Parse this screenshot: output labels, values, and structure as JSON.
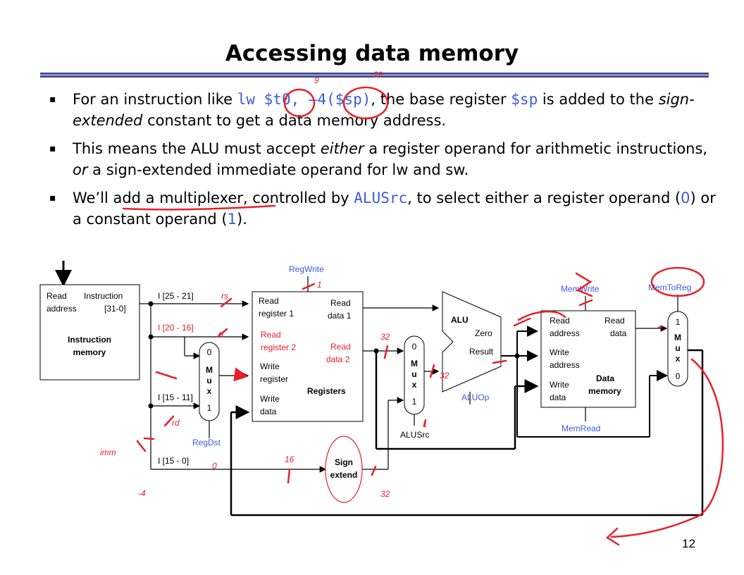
{
  "title": "Accessing data memory",
  "bullets": [
    {
      "parts": [
        {
          "text": "For an instruction like ",
          "style": "plain"
        },
        {
          "text": "lw $t0, –4($sp)",
          "style": "code"
        },
        {
          "text": ", the base register ",
          "style": "plain"
        },
        {
          "text": "$sp",
          "style": "code"
        },
        {
          "text": " is added to the ",
          "style": "plain"
        },
        {
          "text": "sign-extended",
          "style": "em"
        },
        {
          "text": " constant to get a data memory address.",
          "style": "plain"
        }
      ]
    },
    {
      "parts": [
        {
          "text": "This means the ALU must accept ",
          "style": "plain"
        },
        {
          "text": "either",
          "style": "em"
        },
        {
          "text": " a register operand for arithmetic instructions, ",
          "style": "plain"
        },
        {
          "text": "or",
          "style": "em"
        },
        {
          "text": " a sign-extended immediate operand for lw and sw.",
          "style": "plain"
        }
      ]
    },
    {
      "parts": [
        {
          "text": "We’ll add a multiplexer, controlled by ",
          "style": "plain"
        },
        {
          "text": "ALUSrc",
          "style": "code"
        },
        {
          "text": ", to select either a register operand (",
          "style": "plain"
        },
        {
          "text": "0",
          "style": "blue"
        },
        {
          "text": ") or a constant operand (",
          "style": "plain"
        },
        {
          "text": "1",
          "style": "blue"
        },
        {
          "text": ").",
          "style": "plain"
        }
      ]
    }
  ],
  "diagram": {
    "instruction_memory": {
      "read_address": "Read address",
      "instruction": "Instruction [31-0]",
      "name": "Instruction memory",
      "read_label": "Read",
      "address_label": "address",
      "instr_label": "Instruction",
      "bits_label": "[31-0]",
      "name_line1": "Instruction",
      "name_line2": "memory"
    },
    "fields": {
      "rs": "I [25 - 21]",
      "rt": "I [20 - 16]",
      "rd": "I [15 - 11]",
      "imm": "I [15 - 0]"
    },
    "registers": {
      "read_register_1": [
        "Read",
        "register 1"
      ],
      "read_register_2": [
        "Read",
        "register 2"
      ],
      "write_register": [
        "Write",
        "register"
      ],
      "write_data": [
        "Write",
        "data"
      ],
      "read_data_1": [
        "Read",
        "data 1"
      ],
      "read_data_2": [
        "Read",
        "data 2"
      ],
      "name": "Registers",
      "control": "RegWrite"
    },
    "regdst_mux": {
      "in0": "0",
      "in1": "1",
      "letters": [
        "M",
        "u",
        "x"
      ],
      "control": "RegDst"
    },
    "alusrc_mux": {
      "in0": "0",
      "in1": "1",
      "letters": [
        "M",
        "u",
        "x"
      ],
      "control": "ALUSrc"
    },
    "memtoreg_mux": {
      "in1": "1",
      "in0": "0",
      "letters": [
        "M",
        "u",
        "x"
      ],
      "control": "MemToReg"
    },
    "alu": {
      "name": "ALU",
      "zero": "Zero",
      "result": "Result",
      "control": "ALUOp"
    },
    "data_memory": {
      "read_address": [
        "Read",
        "address"
      ],
      "write_address": [
        "Write",
        "address"
      ],
      "write_data": [
        "Write",
        "data"
      ],
      "read_data": [
        "Read",
        "data"
      ],
      "name": [
        "Data",
        "memory"
      ],
      "write_control": "MemWrite",
      "read_control": "MemRead"
    },
    "sign_extend": [
      "Sign",
      "extend"
    ]
  },
  "annotations": {
    "rs": "rs",
    "rt": "rt",
    "rd": "rd",
    "imm": "imm",
    "neg4": "-4",
    "zero": "0",
    "sixteen": "16",
    "thirtytwo_a": "32",
    "thirtytwo_b": "32",
    "thirtytwo_c": "32",
    "one_a": "1",
    "one_b": "1",
    "nine": "9",
    "twentynine": "29"
  },
  "page_number": "12",
  "colors": {
    "accent_blue": "#3b5bdb",
    "red_ink": "#e8202a",
    "rule": "#8a90b8"
  }
}
